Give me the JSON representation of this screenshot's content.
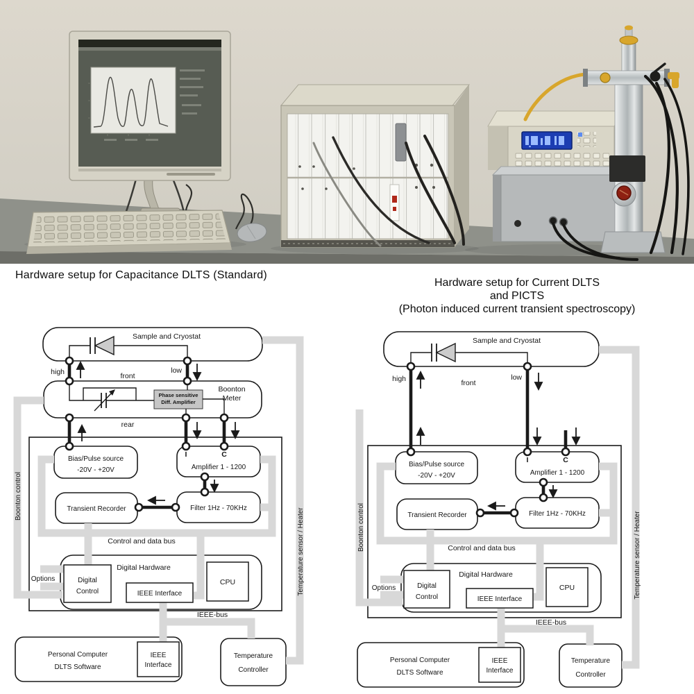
{
  "captions": {
    "left": "Hardware setup for Capacitance DLTS (Standard)",
    "right": [
      "Hardware setup for Current DLTS",
      "and PICTS",
      "(Photon induced current transient spectroscopy)"
    ]
  },
  "colors": {
    "bus_gray": "#d8d8d8",
    "meter_display_blue": "#1c3db2",
    "cable_yellow": "#d8a62c",
    "valve_red": "#8e2012"
  },
  "left": {
    "sample": "Sample and Cryostat",
    "high": "high",
    "low": "low",
    "front": "front",
    "rear": "rear",
    "boonton_meter": [
      "Boonton",
      "Meter"
    ],
    "phase_amp": [
      "Phase sensitive",
      "Diff. Amplifier"
    ],
    "bias": [
      "Bias/Pulse source",
      "-20V - +20V"
    ],
    "amp_i": "I",
    "amp_c": "C",
    "amplifier": "Amplifier 1 - 1200",
    "transient": "Transient Recorder",
    "filter": "Filter 1Hz - 70KHz",
    "control_bus": "Control and data bus",
    "digital_hardware": "Digital Hardware",
    "options": "Options",
    "digital_control": [
      "Digital",
      "Control"
    ],
    "ieee_interface": "IEEE Interface",
    "cpu": "CPU",
    "ieee_bus": "IEEE-bus",
    "pc": [
      "Personal Computer",
      "DLTS Software"
    ],
    "pc_ieee": [
      "IEEE",
      "Interface"
    ],
    "temp_controller": [
      "Temperature",
      "Controller"
    ],
    "boonton_control": "Boonton control",
    "temp_sensor": "Temperature sensor / Heater"
  },
  "right": {
    "sample": "Sample and Cryostat",
    "high": "high",
    "low": "low",
    "front": "front",
    "bias": [
      "Bias/Pulse source",
      "-20V - +20V"
    ],
    "amp_i": "I",
    "amp_c": "C",
    "amplifier": "Amplifier 1 - 1200",
    "transient": "Transient Recorder",
    "filter": "Filter 1Hz - 70KHz",
    "control_bus": "Control and data bus",
    "digital_hardware": "Digital Hardware",
    "options": "Options",
    "digital_control": [
      "Digital",
      "Control"
    ],
    "ieee_interface": "IEEE Interface",
    "cpu": "CPU",
    "ieee_bus": "IEEE-bus",
    "pc": [
      "Personal Computer",
      "DLTS Software"
    ],
    "pc_ieee": [
      "IEEE",
      "Interface"
    ],
    "temp_controller": [
      "Temperature",
      "Controller"
    ],
    "boonton_control": "Boonton control",
    "temp_sensor": "Temperature sensor / Heater"
  }
}
